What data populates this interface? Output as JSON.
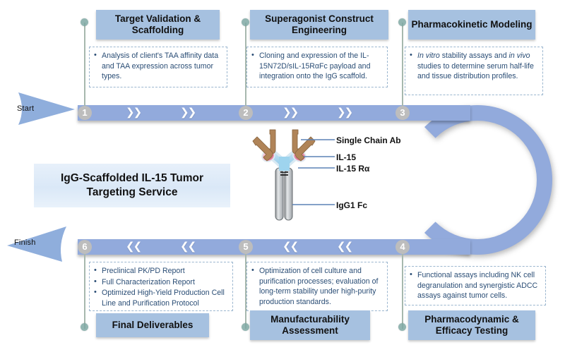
{
  "center": {
    "title": "IgG-Scaffolded IL-15 Tumor Targeting Service"
  },
  "timeline": {
    "start_label": "Start",
    "finish_label": "Finish",
    "chevron_forward": "❯❯",
    "chevron_back": "❮❮",
    "bar_color": "#92AADC",
    "node_color": "#BDBDBD",
    "nodes": [
      "1",
      "2",
      "3",
      "4",
      "5",
      "6"
    ]
  },
  "steps": [
    {
      "number": "1",
      "title": "Target Validation & Scaffolding",
      "bullets": [
        "Analysis of client's TAA affinity data and TAA expression across tumor types."
      ]
    },
    {
      "number": "2",
      "title": "Superagonist Construct Engineering",
      "bullets": [
        "Cloning and expression of the IL-15N72D/sIL-15RαFc payload and integration onto the IgG scaffold."
      ]
    },
    {
      "number": "3",
      "title": "Pharmacokinetic Modeling",
      "bullets_html": [
        "<i>In vitro</i> stability assays and <i>in vivo</i> studies to determine serum half-life and tissue distribution profiles."
      ]
    },
    {
      "number": "4",
      "title": "Pharmacodynamic & Efficacy Testing",
      "bullets": [
        "Functional assays including NK cell degranulation and synergistic ADCC assays against tumor cells."
      ]
    },
    {
      "number": "5",
      "title": "Manufacturability Assessment",
      "bullets": [
        "Optimization of cell culture and purification processes; evaluation of long-term stability under high-purity production standards."
      ]
    },
    {
      "number": "6",
      "title": "Final Deliverables",
      "bullets": [
        "Preclinical PK/PD Report",
        "Full Characterization Report",
        "Optimized High-Yield Production Cell Line and Purification Protocol"
      ]
    }
  ],
  "molecule": {
    "labels": {
      "scfv": "Single Chain Ab",
      "il15": "IL-15",
      "il15ra": "IL-15 Rα",
      "fc": "IgG1 Fc"
    },
    "colors": {
      "scfv_arm": "#B08458",
      "il15": "#F2A8BE",
      "il15ra": "#A8D4EE",
      "fc": "#B6BABD",
      "leader": "#5B82B5"
    }
  },
  "palette": {
    "pill": "#A6C1E0",
    "dashed_border": "#9BB6CF",
    "body_text": "#2A4D75",
    "connector": "#7FA9A4",
    "center_panel": "#DAE8F7"
  }
}
